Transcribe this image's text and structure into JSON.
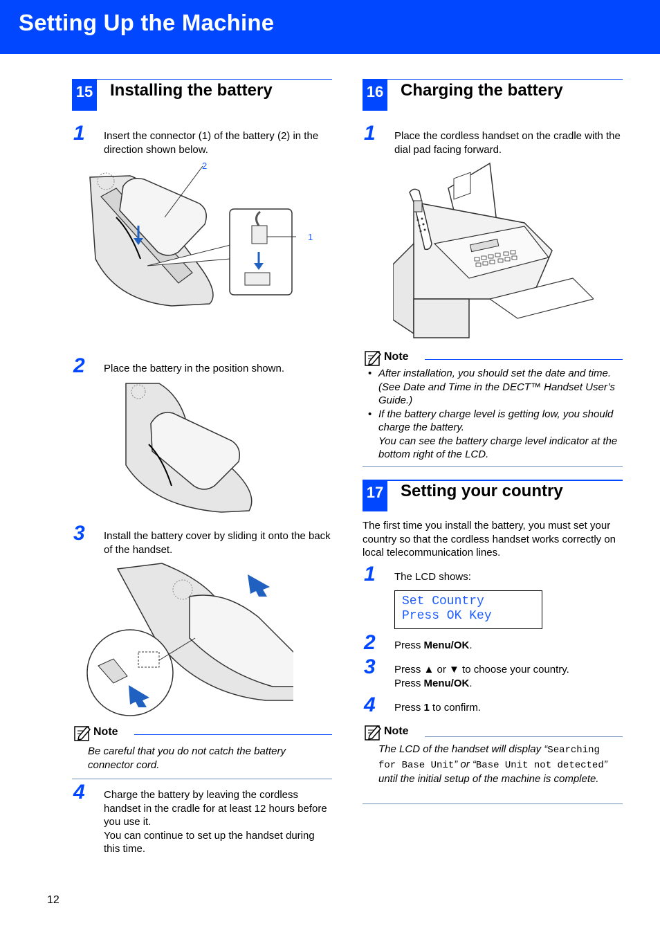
{
  "page": {
    "title": "Setting Up the Machine",
    "page_number": "12",
    "accent_color": "#0047ff"
  },
  "sections": {
    "s15": {
      "number": "15",
      "title": "Installing the battery",
      "step1": {
        "n": "1",
        "text": "Insert the connector (1) of the battery (2) in the direction shown below."
      },
      "callout1": "1",
      "callout2": "2",
      "step2": {
        "n": "2",
        "text": "Place the battery in the position shown."
      },
      "step3": {
        "n": "3",
        "text": "Install the battery cover by sliding it onto the back of the handset."
      },
      "note": {
        "label": "Note",
        "text": "Be careful that you do not catch the battery connector cord."
      },
      "step4": {
        "n": "4",
        "line1": "Charge the battery by leaving the cordless handset in the cradle for at least 12 hours before you use it.",
        "line2": "You can continue to set up the handset during this time."
      }
    },
    "s16": {
      "number": "16",
      "title": "Charging the battery",
      "step1": {
        "n": "1",
        "text": "Place the cordless handset on the cradle with the dial pad facing forward."
      },
      "note": {
        "label": "Note",
        "bullet1": "After installation, you should set the date and time. (See Date and Time in the DECT™ Handset User’s Guide.)",
        "bullet2a": "If the battery charge level is getting low, you should charge the battery.",
        "bullet2b": "You can see the battery charge level indicator at the bottom right of the LCD."
      }
    },
    "s17": {
      "number": "17",
      "title": "Setting your country",
      "intro": "The first time you install the battery, you must set your country so that the cordless handset works correctly on local telecommunication lines.",
      "step1": {
        "n": "1",
        "text": "The LCD shows:"
      },
      "lcd": {
        "line1": "Set Country",
        "line2": "Press OK Key"
      },
      "step2": {
        "n": "2",
        "pre": "Press ",
        "key": "Menu/OK",
        "post": "."
      },
      "step3": {
        "n": "3",
        "pre": "Press ▲ or ▼ to choose your country.",
        "pre2": "Press ",
        "key": "Menu/OK",
        "post": "."
      },
      "step4": {
        "n": "4",
        "pre": "Press ",
        "key": "1",
        "post": " to confirm."
      },
      "note": {
        "label": "Note",
        "t1": "The LCD of the handset will display “",
        "m1": "Searching for Base Unit",
        "t2": "” or “",
        "m2": "Base Unit not detected",
        "t3": "” until the initial setup of the machine is complete."
      }
    }
  }
}
